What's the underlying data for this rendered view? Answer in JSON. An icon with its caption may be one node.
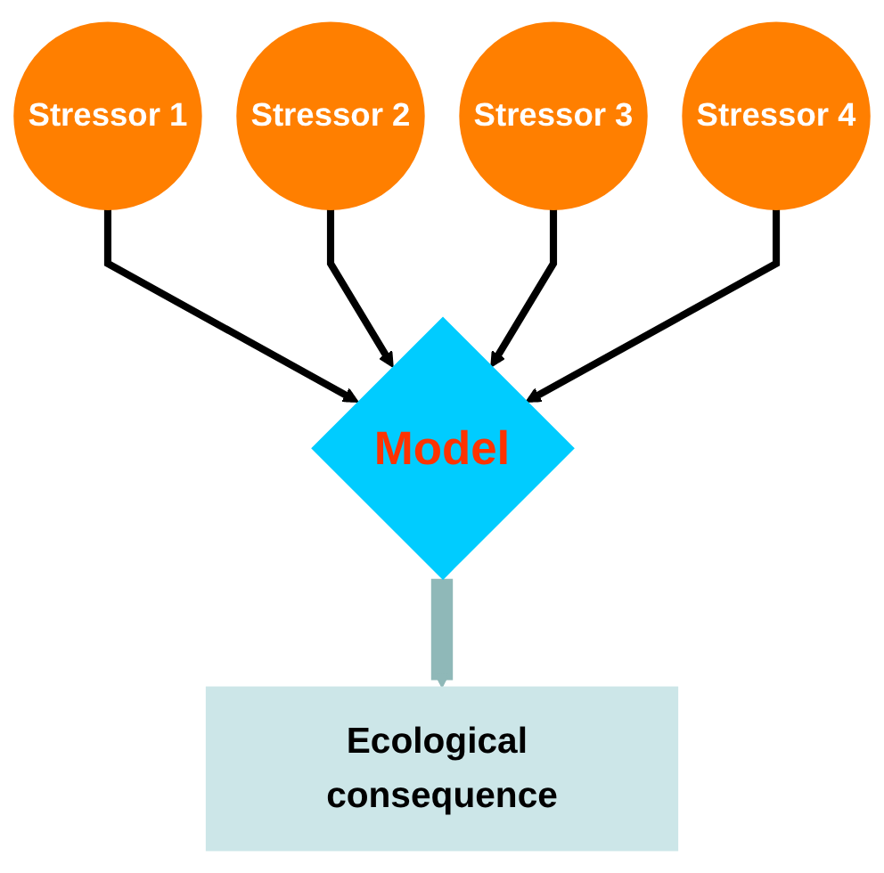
{
  "diagram": {
    "nodes": [
      {
        "text": [
          "Stressor 1"
        ]
      },
      {
        "text": [
          "Stressor 2"
        ]
      },
      {
        "text": [
          "Stressor 3"
        ]
      },
      {
        "text": [
          "Stressor 4"
        ]
      },
      {
        "text": [
          "Model"
        ]
      },
      {
        "text": [
          "Ecological consequence"
        ]
      }
    ],
    "edges": [
      {
        "from": 0,
        "to": 4,
        "arrow": "to"
      },
      {
        "from": 1,
        "to": 4,
        "arrow": "to"
      },
      {
        "from": 2,
        "to": 4,
        "arrow": "to"
      },
      {
        "from": 3,
        "to": 4,
        "arrow": "to"
      },
      {
        "from": 4,
        "to": 5,
        "arrow": "to",
        "style": "thick",
        "color": "#8fb8b8"
      }
    ]
  }
}
